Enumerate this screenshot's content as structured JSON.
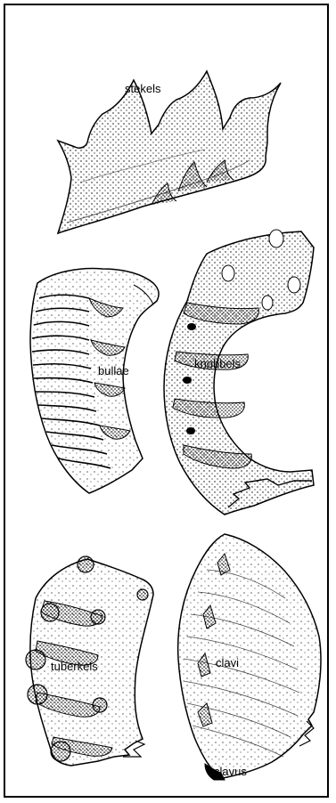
{
  "labels": {
    "stekels": "stekels",
    "bullae": "bullae",
    "knobbels": "knobbels",
    "tuberkels": "tuberkels",
    "clavi": "clavi",
    "clavus": "clavus"
  },
  "colors": {
    "ink": "#000000",
    "paper": "#ffffff"
  }
}
